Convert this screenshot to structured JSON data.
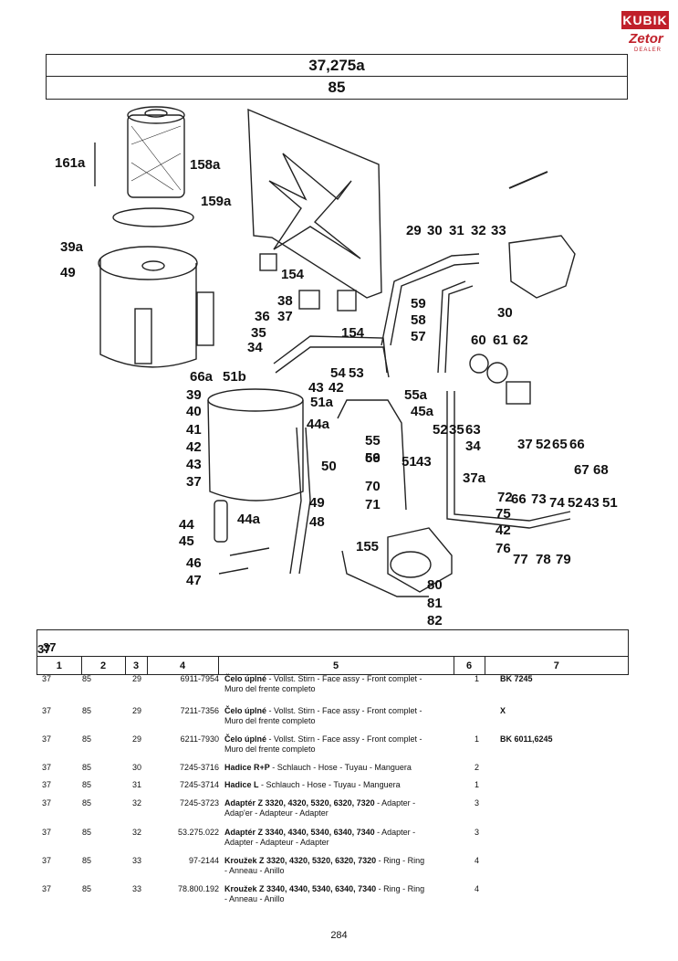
{
  "brand": {
    "name": "KUBIK",
    "sub": "Zetor",
    "dealer": "DEALER"
  },
  "header": {
    "group": "37,275a",
    "page": "85"
  },
  "callouts": [
    "161a",
    "158a",
    "159a",
    "39a",
    "49",
    "154",
    "38",
    "37",
    "36",
    "35",
    "34",
    "154",
    "29",
    "30",
    "31",
    "32",
    "33",
    "59",
    "58",
    "57",
    "30",
    "60",
    "61",
    "62",
    "54",
    "53",
    "43",
    "42",
    "51a",
    "55a",
    "45a",
    "66a",
    "51b",
    "39",
    "40",
    "41",
    "42",
    "43",
    "37",
    "44a",
    "44",
    "44a",
    "45",
    "46",
    "47",
    "50",
    "49",
    "48",
    "55",
    "56",
    "69",
    "52",
    "35",
    "63",
    "34",
    "51",
    "43",
    "37a",
    "70",
    "71",
    "75",
    "42",
    "76",
    "37",
    "52",
    "65",
    "66",
    "67",
    "68",
    "72",
    "66",
    "73",
    "74",
    "52",
    "43",
    "51",
    "77",
    "78",
    "79",
    "155",
    "80",
    "81",
    "82"
  ],
  "table": {
    "group_left": "37",
    "group_right": "37",
    "columns": [
      "1",
      "2",
      "3",
      "4",
      "5",
      "6",
      "7"
    ],
    "rows": [
      {
        "c1": "37",
        "c2": "85",
        "c3": "29",
        "c4": "6911-7954",
        "name": "Čelo úplné",
        "desc": " - Vollst. Stirn - Face assy - Front complet -",
        "desc2": "Muro del frente completo",
        "qty": "1",
        "note": "BK 7245"
      },
      {
        "c1": "37",
        "c2": "85",
        "c3": "29",
        "c4": "7211-7356",
        "name": "Čelo úplné",
        "desc": " - Vollst. Stirn - Face assy - Front complet -",
        "desc2": "Muro del frente completo",
        "qty": "",
        "note": "X"
      },
      {
        "c1": "37",
        "c2": "85",
        "c3": "29",
        "c4": "6211-7930",
        "name": "Čelo úplné",
        "desc": " - Vollst. Stirn - Face assy - Front complet -",
        "desc2": "Muro del frente completo",
        "qty": "1",
        "note": "BK 6011,6245"
      },
      {
        "c1": "37",
        "c2": "85",
        "c3": "30",
        "c4": "7245-3716",
        "name": "Hadice R+P",
        "desc": " - Schlauch - Hose - Tuyau - Manguera",
        "desc2": "",
        "qty": "2",
        "note": ""
      },
      {
        "c1": "37",
        "c2": "85",
        "c3": "31",
        "c4": "7245-3714",
        "name": "Hadice L",
        "desc": " - Schlauch - Hose - Tuyau - Manguera",
        "desc2": "",
        "qty": "1",
        "note": ""
      },
      {
        "c1": "37",
        "c2": "85",
        "c3": "32",
        "c4": "7245-3723",
        "name": "Adaptér Z 3320, 4320, 5320, 6320, 7320",
        "desc": " - Adapter -",
        "desc2": "Adap'er - Adapteur - Adapter",
        "qty": "3",
        "note": ""
      },
      {
        "c1": "37",
        "c2": "85",
        "c3": "32",
        "c4": "53.275.022",
        "name": "Adaptér Z 3340, 4340, 5340, 6340, 7340",
        "desc": " - Adapter -",
        "desc2": "Adapter - Adapteur - Adapter",
        "qty": "3",
        "note": ""
      },
      {
        "c1": "37",
        "c2": "85",
        "c3": "33",
        "c4": "97-2144",
        "name": "Kroužek Z 3320, 4320, 5320, 6320, 7320",
        "desc": " - Ring - Ring",
        "desc2": "- Anneau - Anillo",
        "qty": "4",
        "note": ""
      },
      {
        "c1": "37",
        "c2": "85",
        "c3": "33",
        "c4": "78.800.192",
        "name": "Kroužek Z 3340, 4340, 5340, 6340, 7340",
        "desc": " - Ring - Ring",
        "desc2": "- Anneau - Anillo",
        "qty": "4",
        "note": ""
      }
    ]
  },
  "page_number": "284"
}
